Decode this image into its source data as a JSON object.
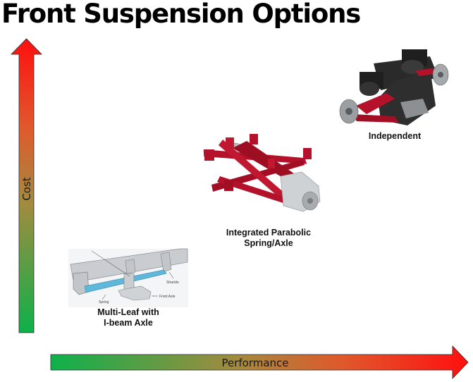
{
  "title": "Front Suspension Options",
  "axes": {
    "y": {
      "label": "Cost",
      "direction": "up",
      "gradient": [
        "#0db14b",
        "#ff0f0f"
      ]
    },
    "x": {
      "label": "Performance",
      "direction": "right",
      "gradient": [
        "#0db14b",
        "#ff0f0f"
      ]
    }
  },
  "colors": {
    "low": "#0db14b",
    "mid": "#b08a3c",
    "high": "#ff0f0f",
    "suspension_red": "#b3122a",
    "spring_blue": "#5fb7da"
  },
  "options": [
    {
      "name": "multi-leaf-i-beam-axle",
      "label_lines": [
        "Multi-Leaf with",
        "I-beam Axle"
      ],
      "cost": "low",
      "performance": "low",
      "callouts": [
        "Spring",
        "Shackle",
        "Front Axle"
      ]
    },
    {
      "name": "integrated-parabolic-spring-axle",
      "label_lines": [
        "Integrated Parabolic",
        "Spring/Axle"
      ],
      "cost": "medium",
      "performance": "medium"
    },
    {
      "name": "independent",
      "label_lines": [
        "Independent"
      ],
      "cost": "high",
      "performance": "high"
    }
  ]
}
